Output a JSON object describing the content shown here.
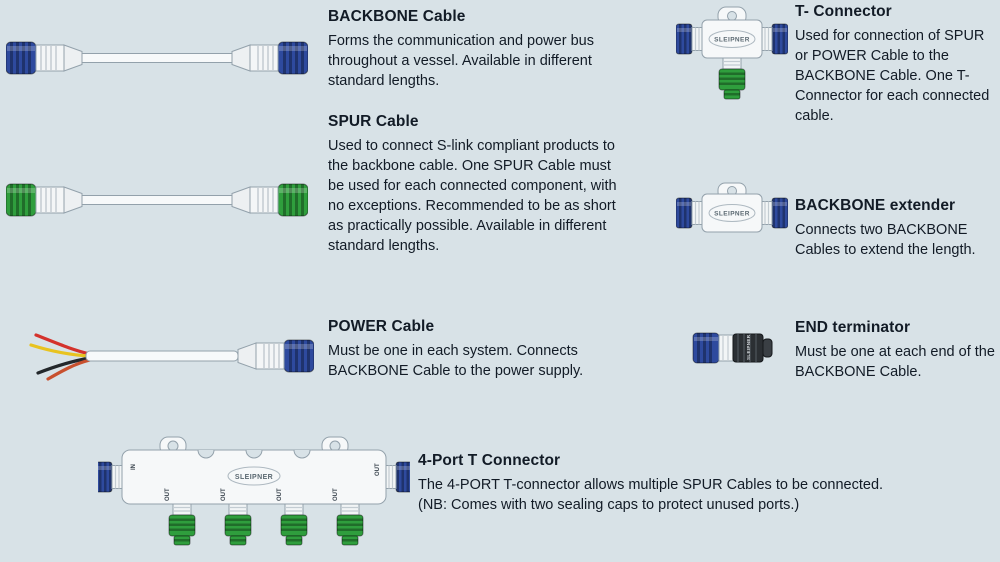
{
  "colors": {
    "background": "#d8e2e7",
    "text": "#121b26",
    "connector_blue": "#2e4a9e",
    "connector_green": "#2f9e3d"
  },
  "brand": "SLEIPNER",
  "port_labels": {
    "in": "IN",
    "out": "OUT"
  },
  "sections": {
    "backbone_cable": {
      "title": "BACKBONE Cable",
      "desc": "Forms the communication and power bus throughout a vessel. Available in different standard lengths."
    },
    "spur_cable": {
      "title": "SPUR Cable",
      "desc": "Used to connect S-link compliant products to the backbone cable. One SPUR Cable must be used for each connected component, with no exceptions. Recommended to be as short as practically possible. Available in different standard lengths."
    },
    "power_cable": {
      "title": "POWER Cable",
      "desc": "Must be one in each system. Connects BACKBONE Cable to the power supply."
    },
    "t_connector": {
      "title": "T- Connector",
      "desc": "Used for connection of SPUR or POWER Cable to the BACKBONE Cable. One T-Connector for each connected cable."
    },
    "backbone_extender": {
      "title": "BACKBONE extender",
      "desc": "Connects two BACKBONE Cables to extend the length."
    },
    "end_terminator": {
      "title": "END terminator",
      "desc": "Must be one at each end of the BACKBONE Cable."
    },
    "four_port": {
      "title": "4-Port T Connector",
      "desc": "The 4-PORT T-connector allows multiple SPUR Cables to be connected. (NB: Comes with two sealing caps to protect unused ports.)"
    }
  }
}
